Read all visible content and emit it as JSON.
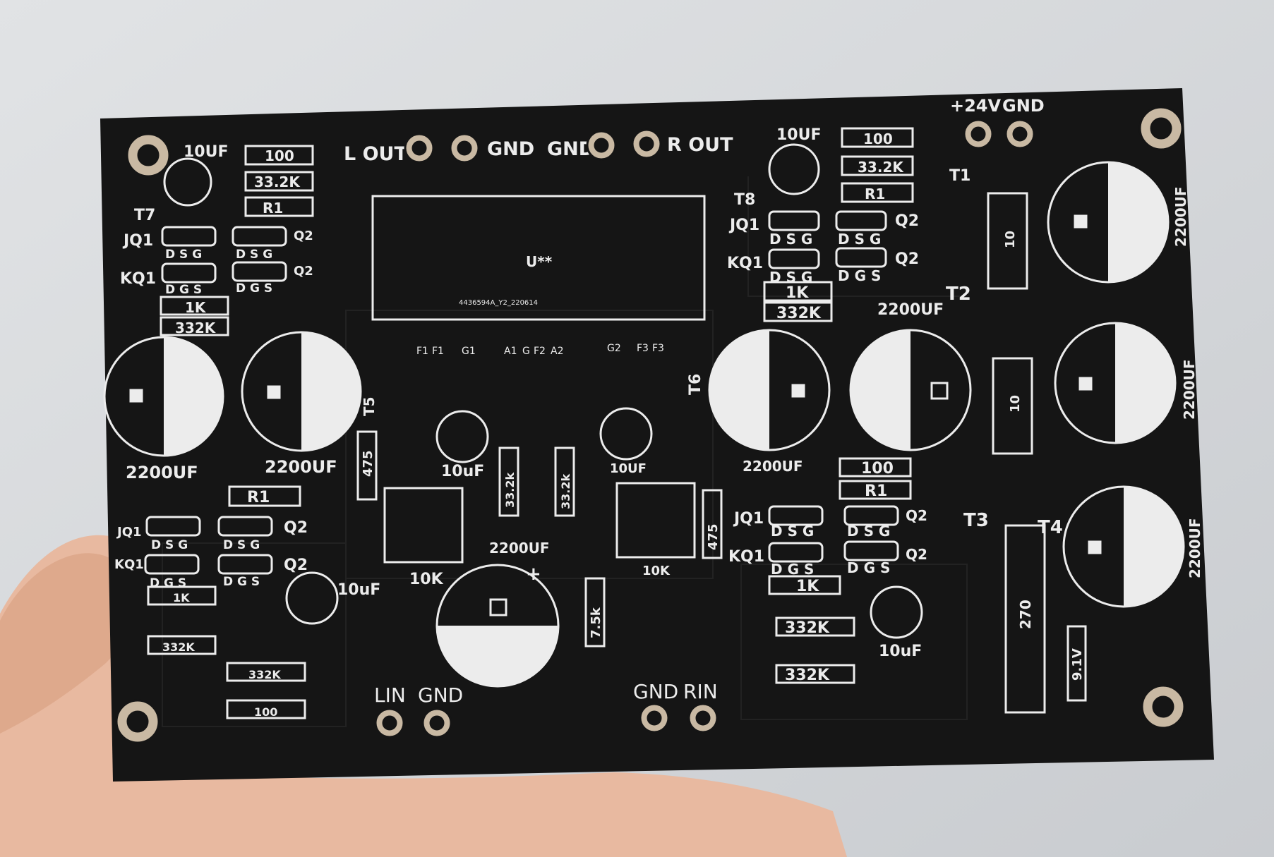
{
  "photo": {
    "colors": {
      "background": "#d7dadd",
      "board": "#151515",
      "silkscreen": "#ececec",
      "pad": "#c9b9a3",
      "skin": "#e8b9a0"
    },
    "silkscreen": {
      "connectors_top": {
        "l_out": "L OUT",
        "gnd_left": "GND",
        "gnd_right": "GND",
        "r_out": "R OUT",
        "supply": "+24V",
        "supply_gnd": "GND"
      },
      "connectors_bottom": {
        "lin": "LIN",
        "lin_gnd": "GND",
        "rin_gnd": "GND",
        "rin": "RIN"
      },
      "module": {
        "ref": "U**",
        "code": "4436594A_Y2_220614",
        "pins": [
          "F1",
          "F1",
          "G1",
          "A1",
          "G",
          "F2",
          "A2",
          "G2",
          "F3",
          "F3"
        ]
      },
      "values": {
        "r100": "100",
        "r33k2": "33.2K",
        "r33k2_lower": "33.2k",
        "r1": "R1",
        "r1k": "1K",
        "r332k": "332K",
        "r475": "475",
        "r7k5": "7.5k",
        "r10": "10",
        "r270": "270",
        "zener": "9.1V",
        "cap_10uf_upper": "10UF",
        "cap_10uf_lower": "10uF",
        "cap_2200": "2200UF",
        "pot_10k": "10K"
      },
      "refs": {
        "jq1": "JQ1",
        "kq1": "KQ1",
        "q2": "Q2",
        "pins_dsg": "D S G",
        "pins_dgs": "D G S",
        "t1": "T1",
        "t2": "T2",
        "t3": "T3",
        "t4": "T4",
        "t5": "T5",
        "t6": "T6",
        "t7": "T7",
        "t8": "T8",
        "plus": "+"
      }
    }
  }
}
